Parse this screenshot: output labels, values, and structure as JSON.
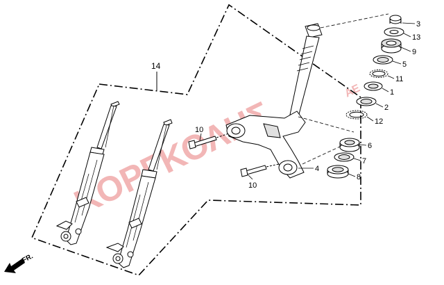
{
  "diagram": {
    "callouts": {
      "c1": "1",
      "c2": "2",
      "c3": "3",
      "c4": "4",
      "c5": "5",
      "c6": "6",
      "c7": "7",
      "c8": "8",
      "c9": "9",
      "c10a": "10",
      "c10b": "10",
      "c11": "11",
      "c12": "12",
      "c13": "13",
      "c14": "14"
    },
    "front_marker": "FR.",
    "watermark": "ΚΟΡΓΚΟΛΗΣ",
    "watermark_suffix": "ΑΕ",
    "colors": {
      "line": "#000000",
      "part_fill": "#ffffff",
      "shade": "#e0e0e0",
      "watermark": "#f2b6b6"
    }
  }
}
